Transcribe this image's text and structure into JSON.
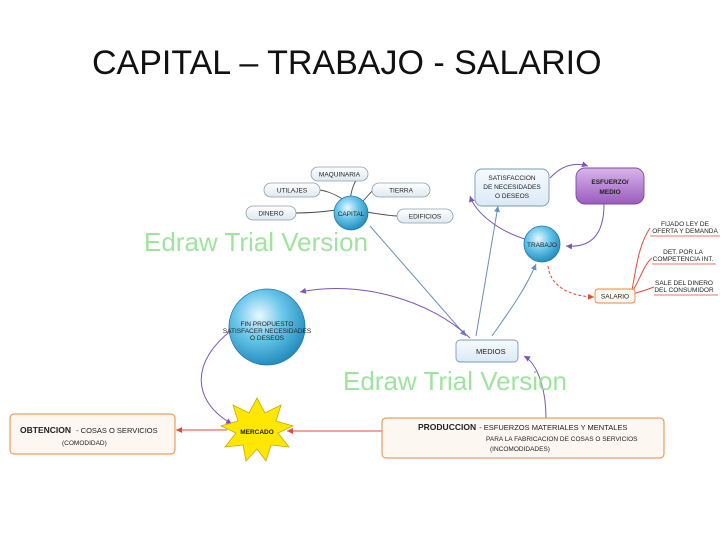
{
  "title": "CAPITAL – TRABAJO - SALARIO",
  "capital": {
    "label": "CAPITAL",
    "items": [
      "MAQUINARIA",
      "UTILAJES",
      "TIERRA",
      "DINERO",
      "EDIFICIOS"
    ]
  },
  "fin": {
    "lines": [
      "FIN PROPUESTO",
      "SATISFACER NECESIDADES",
      "O DESEOS"
    ]
  },
  "satisfaccion": {
    "lines": [
      "SATISFACCION",
      "DE NECESIDADES",
      "O DESEOS"
    ]
  },
  "esfuerzo": {
    "lines": [
      "ESFUERZO/",
      "MEDIO"
    ]
  },
  "trabajo": {
    "label": "TRABAJO"
  },
  "salario": {
    "label": "SALARIO",
    "notes": [
      {
        "lines": [
          "FIJADO LEY DE",
          "OFERTA Y DEMANDA"
        ]
      },
      {
        "lines": [
          "DET. POR LA",
          "COMPETENCIA INT."
        ]
      },
      {
        "lines": [
          "SALE DEL DINERO",
          "DEL CONSUMIDOR"
        ]
      }
    ]
  },
  "medios": {
    "label": "MEDIOS"
  },
  "mercado": {
    "label": "MERCADO"
  },
  "obtencion": {
    "label": "OBTENCION",
    "desc": "- COSAS O SERVICIOS",
    "sub": "(COMODIDAD)"
  },
  "produccion": {
    "label": "PRODUCCION",
    "lines": [
      "- ESFUERZOS MATERIALES Y MENTALES",
      "PARA LA FABRICACION DE COSAS O SERVICIOS",
      "(INCOMODIDADES)"
    ]
  },
  "watermarks": [
    "Edraw Trial Version",
    "Edraw Trial Version"
  ],
  "colors": {
    "bubble": "#3aaed8",
    "esfuerzo_fill": "#b47ed0",
    "box_fill": "#e8f3fb",
    "arrow_purple": "#7b55b8",
    "arrow_red": "#e04a3a",
    "arrow_blue": "#6a8fb8",
    "orange_border": "#e7893e",
    "mercado_fill": "#ffe700",
    "watermark": "#8ee08e"
  }
}
